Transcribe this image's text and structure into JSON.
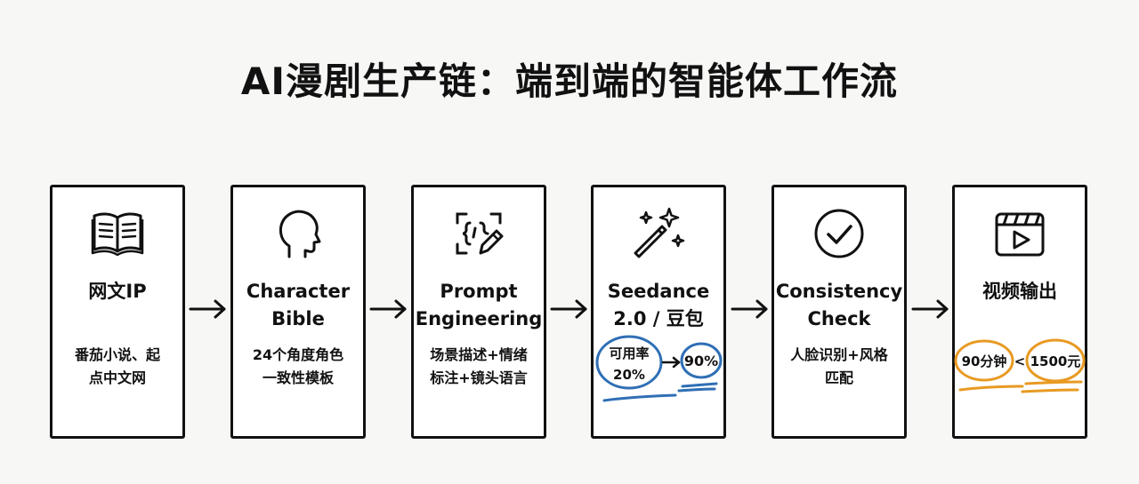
{
  "title": "AI漫剧生产链：端到端的智能体工作流",
  "steps": [
    {
      "icon": "open-book-icon",
      "name": "网文IP",
      "desc_lines": [
        "番茄小说、起",
        "点中文网"
      ]
    },
    {
      "icon": "head-profile-icon",
      "name_lines": [
        "Character",
        "Bible"
      ],
      "desc_lines": [
        "24个角度角色",
        "一致性模板"
      ]
    },
    {
      "icon": "code-pencil-icon",
      "name_lines": [
        "Prompt",
        "Engineering"
      ],
      "desc_lines": [
        "场景描述+情绪",
        "标注+镜头语言"
      ]
    },
    {
      "icon": "magic-wand-icon",
      "name_lines": [
        "Seedance",
        "2.0 / 豆包"
      ],
      "annotation": {
        "from_lines": [
          "可用率",
          "20%"
        ],
        "to": "90%",
        "color": "#2f6fb5"
      }
    },
    {
      "icon": "check-circle-icon",
      "name_lines": [
        "Consistency",
        "Check"
      ],
      "desc_lines": [
        "人脸识别+风格",
        "匹配"
      ]
    },
    {
      "icon": "video-clapper-icon",
      "name": "视频输出",
      "annotation": {
        "left": "90分钟",
        "symbol": "<",
        "right": "1500元",
        "color": "#e89a22"
      }
    }
  ],
  "colors": {
    "ink": "#111111",
    "card_bg": "#ffffff",
    "page_bg": "#f7f7f5",
    "blue_marker": "#2f6fb5",
    "orange_marker": "#e89a22"
  }
}
